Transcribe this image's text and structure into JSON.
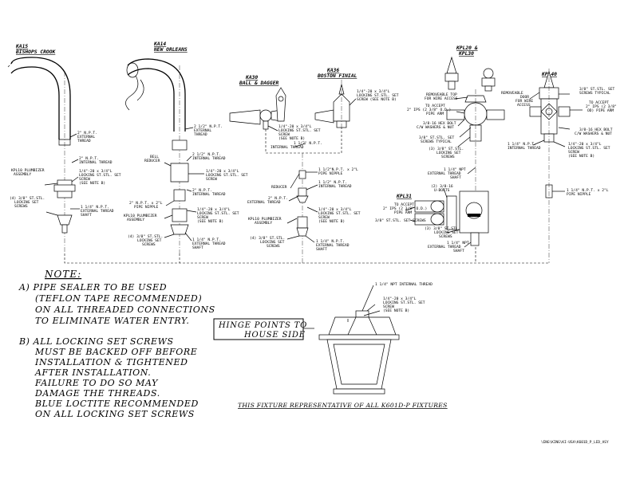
{
  "fixtures": {
    "ka15": {
      "code": "KA15",
      "name": "BISHOPS CROOK"
    },
    "ka14": {
      "code": "KA14",
      "name": "NEW ORLEANS"
    },
    "ka30": {
      "code": "KA30",
      "name": "BALL & DAGGER"
    },
    "ka36": {
      "code": "KA36",
      "name": "BOSTON FINIAL"
    },
    "kpl20": {
      "line1": "KPL20 &",
      "line2": "KPL30"
    },
    "kpl40": {
      "code": "KPL40"
    },
    "kpl31": {
      "code": "KPL31"
    }
  },
  "labels": {
    "ka15_npt": [
      "2\" N.P.T.",
      "EXTERNAL",
      "THREAD"
    ],
    "ka15_plumbizer": [
      "KPL10 PLUMBIZER",
      "ASSEMBLY"
    ],
    "ka15_int_thread": [
      "2\" N.P.T.",
      "INTERNAL THREAD"
    ],
    "ka15_locking": [
      "1/4\"-20 x 3/4\"L",
      "LOCKING ST.STL. SET",
      "SCREW",
      "(SEE NOTE B)"
    ],
    "ka15_screws": [
      "(4) 3/8\" ST.STL.",
      "LOCKING SET",
      "SCREWS"
    ],
    "ka15_shaft": [
      "1 1/4\" N.P.T.",
      "EXTERNAL THREAD",
      "SHAFT"
    ],
    "ka14_npt": [
      "2 1/2\" N.P.T.",
      "EXTERNAL",
      "THREAD"
    ],
    "ka14_reducer": [
      "BELL",
      "REDUCER"
    ],
    "ka14_int": [
      "2 1/2\" N.P.T.",
      "INTERNAL THREAD"
    ],
    "ka14_locking": [
      "1/4\"-20 x 3/4\"L",
      "LOCKING ST.STL. SET",
      "SCREW"
    ],
    "ka14_int2": [
      "2\" N.P.T.",
      "INTERNAL THREAD"
    ],
    "ka14_nipple": [
      "2\" N.P.T. x 2\"L",
      "PIPE NIPPLE"
    ],
    "ka14_locking2": [
      "1/4\"-20 x 3/4\"L",
      "LOCKING ST.STL. SET",
      "SCREW",
      "(SEE NOTE B)"
    ],
    "ka14_plumbizer": [
      "KPL10 PLUMBIZER",
      "ASSEMBLY"
    ],
    "ka14_screws": [
      "(4) 3/8\" ST.STL.",
      "LOCKING SET",
      "SCREWS"
    ],
    "ka14_shaft": [
      "1 1/4\" N.P.T.",
      "EXTERNAL THREAD",
      "SHAFT"
    ],
    "ka36_top": [
      "1/4\"-20 x 3/4\"L",
      "LOCKING ST.STL. SET",
      "SCREW (SEE NOTE B)"
    ],
    "ka30_locking": [
      "1/4\"-20 x 3/4\"L",
      "LOCKING ST.STL. SET",
      "SCREW",
      "(SEE NOTE B)"
    ],
    "ka30_int": [
      "1 1/2\" N.P.T.",
      "INTERNAL THREAD"
    ],
    "ka30_nipple": [
      "1 1/2\"N.P.T. x 2\"L",
      "PIPE NIPPLE"
    ],
    "ka30_reducer": "REDUCER",
    "ka30_int2": [
      "1 1/2\" N.P.T.",
      "INTERNAL THREAD"
    ],
    "ka30_ext": [
      "2\" N.P.T.",
      "EXTERNAL THREAD"
    ],
    "ka30_locking2": [
      "1/4\"-20 x 3/4\"L",
      "LOCKING ST.STL. SET",
      "SCREW",
      "(SEE NOTE B)"
    ],
    "ka30_plumbizer": [
      "KPL10 PLUMBIZER",
      "ASSEMBLY"
    ],
    "ka30_screws": [
      "(4) 3/8\" ST.STL.",
      "LOCKING SET",
      "SCREWS"
    ],
    "ka30_shaft": [
      "1 1/4\" N.P.T.",
      "EXTERNAL THREAD",
      "SHAFT"
    ],
    "kpl20_top": [
      "REMOVEABLE TOP",
      "FOR WIRE ACCESS"
    ],
    "kpl20_accept": [
      "TO ACCEPT",
      "2\" IPS (2 3/8\" O.D.)",
      "PIPE ARM"
    ],
    "kpl20_bolt": [
      "3/8-16 HEX BOLT",
      "C/W WASHERS & NUT"
    ],
    "kpl20_screws": [
      "3/8\" ST.STL. SET",
      "SCREWS TYPICAL"
    ],
    "kpl20_locking": [
      "(3) 3/8\" ST.STL.",
      "LOCKING SET",
      "SCREWS"
    ],
    "kpl20_shaft": [
      "1 1/4\" NPT",
      "EXTERNAL THREAD",
      "SHAFT"
    ],
    "kpl40_door": [
      "REMOVEABLE",
      "DOOR",
      "FOR WIRE",
      "ACCESS"
    ],
    "kpl40_screws": [
      "3/8\" ST.STL. SET",
      "SCREWS TYPICAL"
    ],
    "kpl40_accept": [
      "TO ACCEPT",
      "2\" IPS (2 3/8\"",
      "OD) PIPE ARM"
    ],
    "kpl40_bolt": [
      "3/8-16 HEX BOLT",
      "C/W WASHERS & NUT"
    ],
    "kpl40_int": [
      "1 1/4\" N.P.T.",
      "INTERNAL THREAD"
    ],
    "kpl40_locking": [
      "1/4\"-20 x 3/4\"L",
      "LOCKING ST.STL. SET",
      "SCREW",
      "(SEE NOTE B)"
    ],
    "kpl40_nipple": [
      "1 1/4\" N.P.T. x 2\"L",
      "PIPE NIPPLE"
    ],
    "kpl31_ubolts": [
      "(2) 3/8-16",
      "U-BOLTS"
    ],
    "kpl31_accept": [
      "TO ACCEPT",
      "2\" IPS (2 3/8\" O.D.)",
      "PIPE ARM"
    ],
    "kpl31_screws": "3/8\" ST.STL. SET SCREWS",
    "kpl31_locking": [
      "(3) 3/8\" ST.STL.",
      "LOCKING SET",
      "SCREWS"
    ],
    "kpl31_shaft": [
      "1 1/4\" NPT",
      "EXTERNAL THREAD",
      "SHAFT"
    ],
    "fixture_thread": "1 1/4\" NPT INTERNAL THREAD",
    "fixture_locking": [
      "1/4\"-20 x 3/4\"L",
      "LOCKING ST.STL. SET",
      "SCREW",
      "(SEE NOTE B)"
    ]
  },
  "notes": {
    "heading": "NOTE:",
    "a": [
      "A) PIPE SEALER TO BE USED",
      "(TEFLON TAPE RECOMMENDED)",
      "ON ALL THREADED CONNECTIONS",
      "TO ELIMINATE WATER ENTRY."
    ],
    "b": [
      "B) ALL LOCKING SET SCREWS",
      "MUST BE BACKED OFF BEFORE",
      "INSTALLATION & TIGHTENED",
      "AFTER INSTALLATION.",
      "FAILURE TO DO SO MAY",
      "DAMAGE THE THREADS.",
      "BLUE LOCTITE RECOMMENDED",
      "ON ALL LOCKING SET SCREWS"
    ]
  },
  "hinge": [
    "HINGE POINTS TO",
    "HOUSE SIDE"
  ],
  "caption": "THIS FIXTURE REPRESENTATIVE OF ALL K601D-P FIXTURES",
  "file_path": "\\ENG\\KING\\KI-USA\\K601D_P_LED_ASY"
}
